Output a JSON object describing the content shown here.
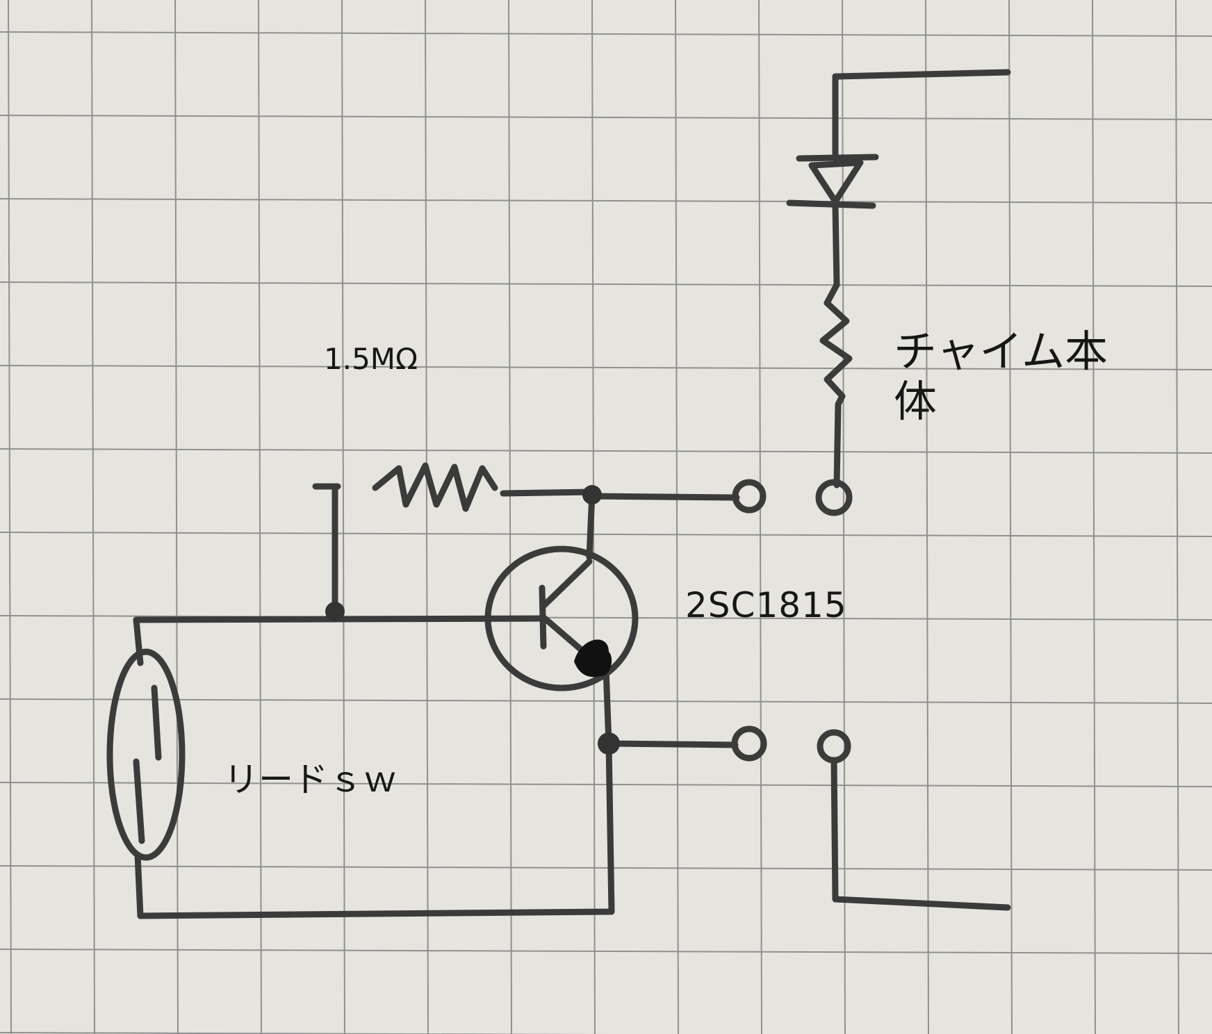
{
  "labels": {
    "resistor": "1.5MΩ",
    "transistor": "2SC1815",
    "reed_switch": "リードｓｗ",
    "chime_line1": "チャイム本",
    "chime_line2": "体"
  },
  "colors": {
    "paper": "#e6e4df",
    "grid": "#8f8f8f",
    "pencil": "#3b3b3b",
    "ink": "#161616"
  }
}
